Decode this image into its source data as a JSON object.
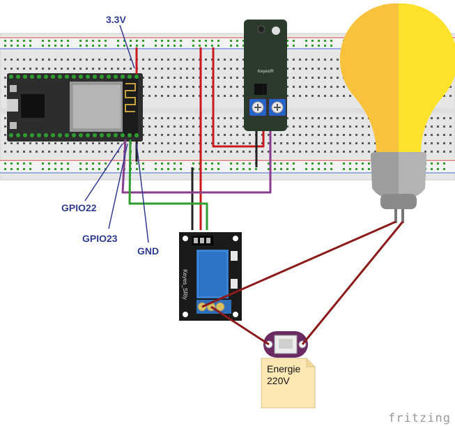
{
  "labels": {
    "v33": "3.3V",
    "gpio22": "GPIO22",
    "gpio23": "GPIO23",
    "gnd": "GND"
  },
  "modules": {
    "ir_sensor": "KeyesIR",
    "relay": "Keyes_SRly"
  },
  "energy": {
    "line1": "Energie",
    "line2": "220V"
  },
  "watermark": "fritzing",
  "colors": {
    "board": "#2d2d2d",
    "ir_board": "#2a3b2c",
    "relay_board": "#1a1a1a",
    "relay_body": "#2c74c7",
    "bulb": "#f9c23c",
    "bulb_right": "#fde22b",
    "wire_red": "#c8191e",
    "wire_dark_red": "#8b1a1a",
    "wire_green": "#2e9e2e",
    "wire_purple": "#8a3d8f",
    "wire_black": "#222222",
    "label_blue": "#2f3c8f",
    "breadboard": "#ececec"
  }
}
